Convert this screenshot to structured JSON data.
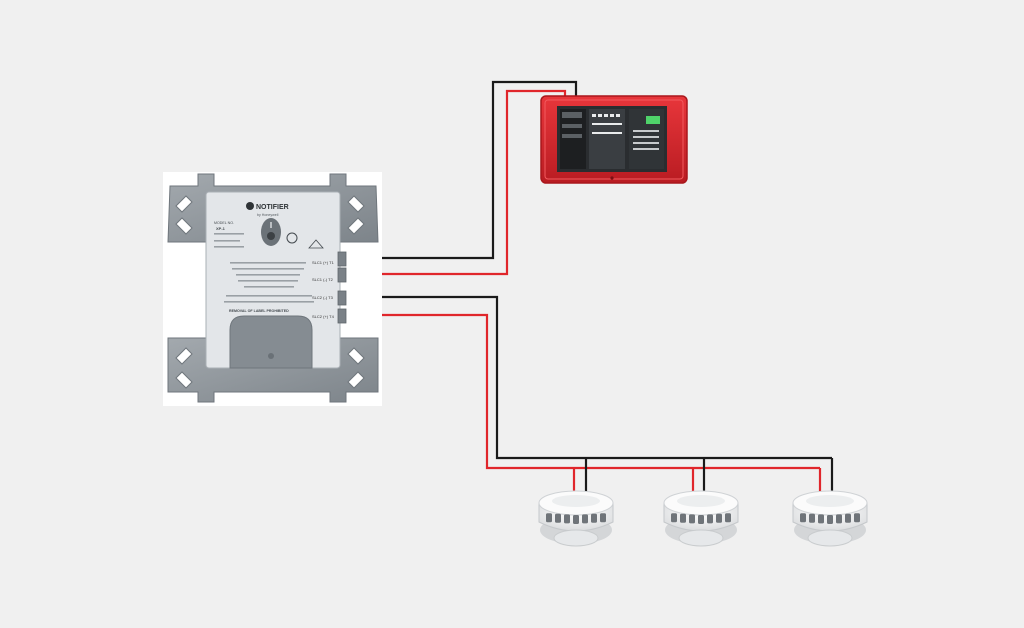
{
  "colors": {
    "background": "#f0f0f0",
    "wire_black": "#1a1a1a",
    "wire_red": "#e0262b",
    "panel_red": "#d9262c",
    "module_gray": "#8f969c",
    "module_face": "#e3e6e9",
    "detector_white": "#fbfbfb"
  },
  "module": {
    "brand": "NOTIFIER",
    "sub_brand": "by Honeywell",
    "model_label": "MODEL NO.",
    "model_value": "XP-1",
    "footer_text": "REMOVAL OF LABEL PROHIBITED",
    "terminals": [
      "SLC1 (+) T1",
      "SLC1 (-) T2",
      "SLC2 (-) T3",
      "SLC2 (+) T4"
    ]
  },
  "devices": {
    "panel": "fire-alarm-control-panel",
    "detectors": [
      "smoke-detector-1",
      "smoke-detector-2",
      "smoke-detector-3"
    ]
  }
}
